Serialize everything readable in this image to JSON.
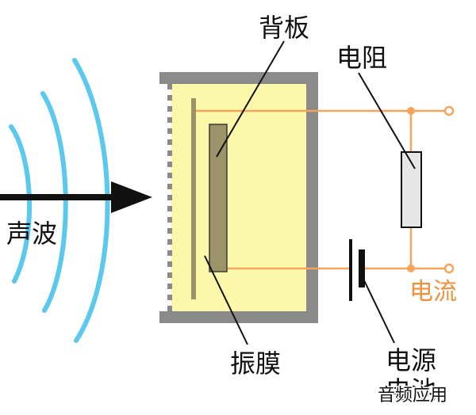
{
  "labels": {
    "backplate": "背板",
    "resistor": "电阻",
    "sound_wave": "声波",
    "current": "电流",
    "diaphragm": "振膜",
    "power_source": "电源",
    "battery": "电池",
    "watermark": "音频应用"
  },
  "colors": {
    "wave": "#5bc8ee",
    "arrow": "#111111",
    "housing": "#8a8a8a",
    "chamber": "#fbf9a9",
    "plate": "#9c9468",
    "wire": "#f5a55a",
    "resistor_fill": "#e6e6e6",
    "current_text": "#f0903a",
    "leader": "#111111",
    "text": "#111111"
  }
}
